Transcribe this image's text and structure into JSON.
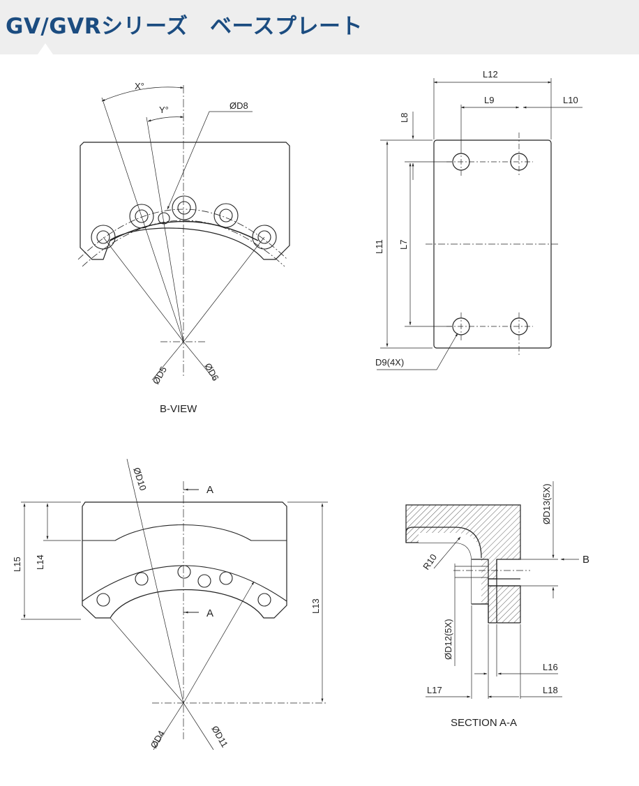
{
  "header": {
    "title": "GV/GVRシリーズ　ベースプレート"
  },
  "colors": {
    "title": "#1b4c80",
    "header_bg": "#eeeeee",
    "line": "#222222"
  },
  "b_view": {
    "caption": "B-VIEW",
    "labels": {
      "x_angle": "X°",
      "y_angle": "Y°",
      "d8": "ØD8",
      "d5": "ØD5",
      "d6": "ØD6"
    }
  },
  "side_view": {
    "labels": {
      "l12": "L12",
      "l9": "L9",
      "l10": "L10",
      "l8": "L8",
      "l11": "L11",
      "l7": "L7",
      "d9": "D9(4X)"
    }
  },
  "front_view": {
    "labels": {
      "d10": "ØD10",
      "l15": "L15",
      "l14": "L14",
      "l13": "L13",
      "d4": "ØD4",
      "d11": "ØD11",
      "cut_a_top": "A",
      "cut_a_bottom": "A"
    }
  },
  "section_view": {
    "caption": "SECTION A-A",
    "labels": {
      "d13": "ØD13(5X)",
      "b": "B",
      "r10": "R10",
      "d12": "ØD12(5X)",
      "l16": "L16",
      "l17": "L17",
      "l18": "L18"
    }
  }
}
